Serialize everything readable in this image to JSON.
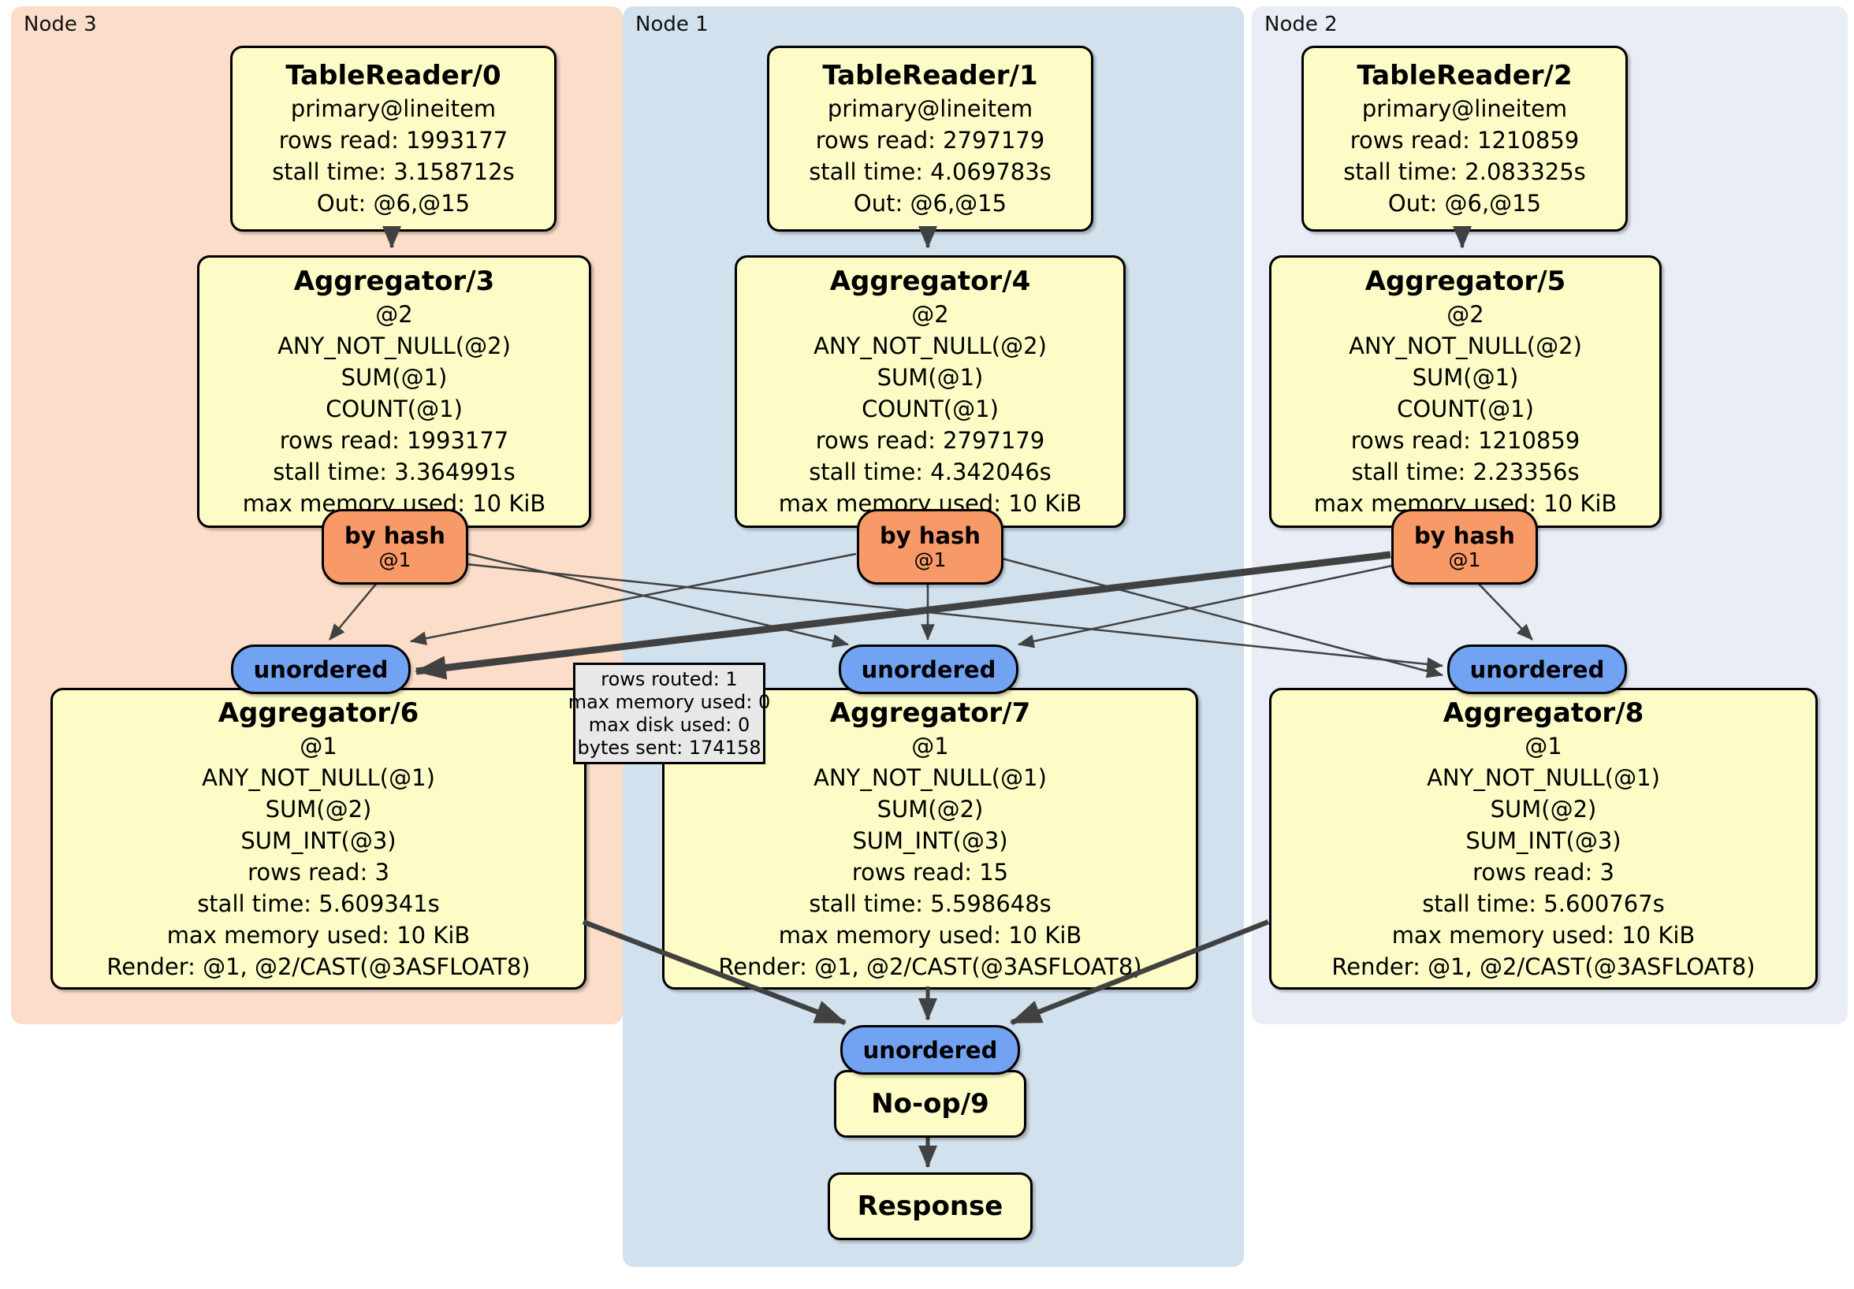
{
  "regions": {
    "node3": {
      "label": "Node 3"
    },
    "node1": {
      "label": "Node 1"
    },
    "node2": {
      "label": "Node 2"
    }
  },
  "processors": {
    "tr0": {
      "title": "TableReader/0",
      "lines": [
        "primary@lineitem",
        "rows read: 1993177",
        "stall time: 3.158712s",
        "Out: @6,@15"
      ]
    },
    "tr1": {
      "title": "TableReader/1",
      "lines": [
        "primary@lineitem",
        "rows read: 2797179",
        "stall time: 4.069783s",
        "Out: @6,@15"
      ]
    },
    "tr2": {
      "title": "TableReader/2",
      "lines": [
        "primary@lineitem",
        "rows read: 1210859",
        "stall time: 2.083325s",
        "Out: @6,@15"
      ]
    },
    "agg3": {
      "title": "Aggregator/3",
      "lines": [
        "@2",
        "ANY_NOT_NULL(@2)",
        "SUM(@1)",
        "COUNT(@1)",
        "rows read: 1993177",
        "stall time: 3.364991s",
        "max memory used: 10 KiB"
      ]
    },
    "agg4": {
      "title": "Aggregator/4",
      "lines": [
        "@2",
        "ANY_NOT_NULL(@2)",
        "SUM(@1)",
        "COUNT(@1)",
        "rows read: 2797179",
        "stall time: 4.342046s",
        "max memory used: 10 KiB"
      ]
    },
    "agg5": {
      "title": "Aggregator/5",
      "lines": [
        "@2",
        "ANY_NOT_NULL(@2)",
        "SUM(@1)",
        "COUNT(@1)",
        "rows read: 1210859",
        "stall time: 2.23356s",
        "max memory used: 10 KiB"
      ]
    },
    "agg6": {
      "title": "Aggregator/6",
      "lines": [
        "@1",
        "ANY_NOT_NULL(@1)",
        "SUM(@2)",
        "SUM_INT(@3)",
        "rows read: 3",
        "stall time: 5.609341s",
        "max memory used: 10 KiB",
        "Render: @1, @2/CAST(@3ASFLOAT8)"
      ]
    },
    "agg7": {
      "title": "Aggregator/7",
      "lines": [
        "@1",
        "ANY_NOT_NULL(@1)",
        "SUM(@2)",
        "SUM_INT(@3)",
        "rows read: 15",
        "stall time: 5.598648s",
        "max memory used: 10 KiB",
        "Render: @1, @2/CAST(@3ASFLOAT8)"
      ]
    },
    "agg8": {
      "title": "Aggregator/8",
      "lines": [
        "@1",
        "ANY_NOT_NULL(@1)",
        "SUM(@2)",
        "SUM_INT(@3)",
        "rows read: 3",
        "stall time: 5.600767s",
        "max memory used: 10 KiB",
        "Render: @1, @2/CAST(@3ASFLOAT8)"
      ]
    },
    "noop": {
      "title": "No-op/9"
    },
    "response": {
      "title": "Response"
    }
  },
  "routers": {
    "bh3": {
      "label": "by hash",
      "detail": "@1"
    },
    "bh4": {
      "label": "by hash",
      "detail": "@1"
    },
    "bh5": {
      "label": "by hash",
      "detail": "@1"
    }
  },
  "syncs": {
    "un6": {
      "label": "unordered"
    },
    "un7": {
      "label": "unordered"
    },
    "un8": {
      "label": "unordered"
    },
    "un9": {
      "label": "unordered"
    }
  },
  "edge_tooltip": {
    "lines": [
      "rows routed: 1",
      "max memory used: 0",
      "max disk used: 0",
      "bytes sent: 174158"
    ]
  },
  "colors": {
    "node3_bg": "#fbddc9",
    "node1_bg": "#d2e1ee",
    "node2_bg": "#e9edf6",
    "box_bg": "#fdfcc6",
    "router_bg": "#f89a68",
    "sync_bg": "#72a2f2",
    "tooltip_bg": "#e8e8e8",
    "edge": "#414141"
  }
}
